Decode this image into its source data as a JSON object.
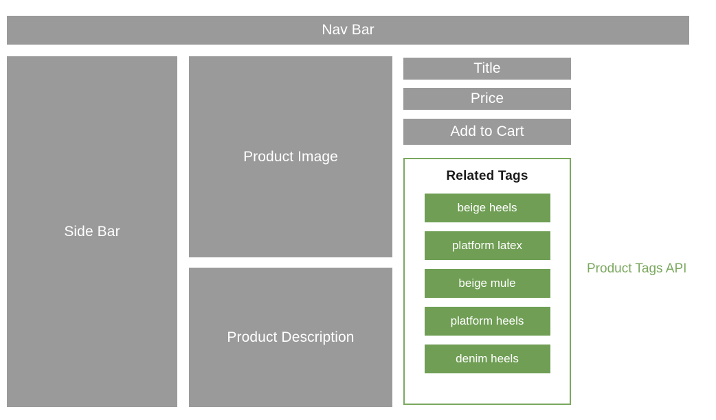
{
  "page": {
    "background": "#ffffff",
    "wireframe_block_color": "#9a9a9a",
    "accent_green": "#7aa85e",
    "tag_chip_green": "#6f9e54"
  },
  "nav": {
    "label": "Nav Bar"
  },
  "sidebar": {
    "label": "Side Bar"
  },
  "main": {
    "product_image_label": "Product Image",
    "product_description_label": "Product Description"
  },
  "details": {
    "title_label": "Title",
    "price_label": "Price",
    "add_to_cart_label": "Add to Cart"
  },
  "related_tags": {
    "heading": "Related Tags",
    "tags": [
      {
        "label": "beige heels"
      },
      {
        "label": "platform latex"
      },
      {
        "label": "beige mule"
      },
      {
        "label": "platform heels"
      },
      {
        "label": "denim heels"
      }
    ]
  },
  "annotation": {
    "label": "Product Tags API"
  }
}
